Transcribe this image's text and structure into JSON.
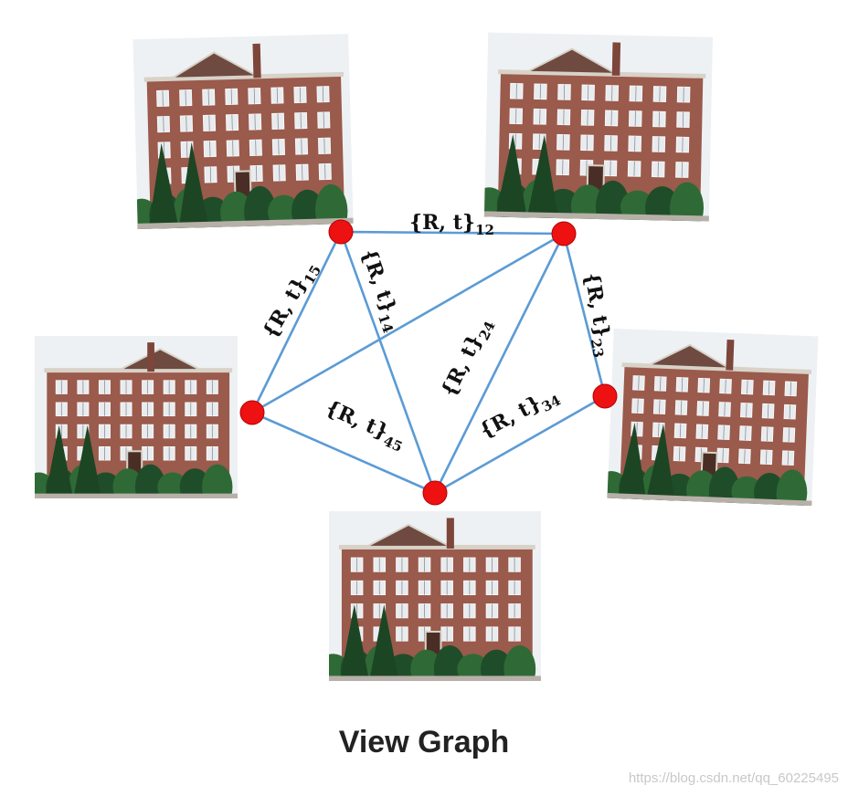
{
  "caption": "View Graph",
  "watermark": "https://blog.csdn.net/qq_60225495",
  "colors": {
    "edge": "#5b9bd5",
    "node": "#ee1111",
    "node_stroke": "#b00000"
  },
  "nodes": [
    {
      "id": "1",
      "photo": "building-photo-view-1"
    },
    {
      "id": "2",
      "photo": "building-photo-view-2"
    },
    {
      "id": "3",
      "photo": "building-photo-view-3"
    },
    {
      "id": "4",
      "photo": "building-photo-view-4"
    },
    {
      "id": "5",
      "photo": "building-photo-view-5"
    }
  ],
  "edges": [
    {
      "from": "1",
      "to": "2",
      "label": "{R, t}",
      "sub": "12"
    },
    {
      "from": "1",
      "to": "5",
      "label": "{R, t}",
      "sub": "15"
    },
    {
      "from": "1",
      "to": "4",
      "label": "{R, t}",
      "sub": "14"
    },
    {
      "from": "2",
      "to": "3",
      "label": "{R, t}",
      "sub": "23"
    },
    {
      "from": "2",
      "to": "4",
      "label": "{R, t}",
      "sub": "24"
    },
    {
      "from": "2",
      "to": "5",
      "label": "",
      "sub": ""
    },
    {
      "from": "3",
      "to": "4",
      "label": "{R, t}",
      "sub": "34"
    },
    {
      "from": "4",
      "to": "5",
      "label": "{R, t}",
      "sub": "45"
    }
  ]
}
